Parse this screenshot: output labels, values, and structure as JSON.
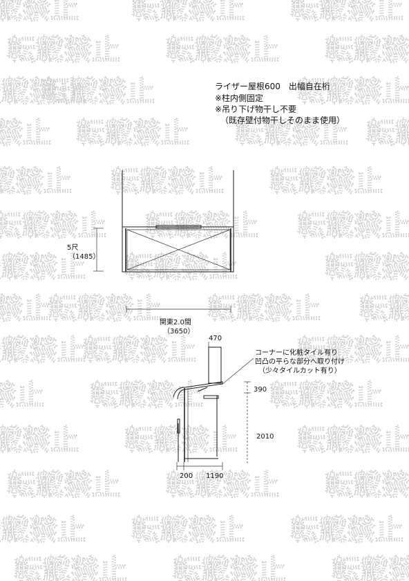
{
  "watermark": "転載禁止",
  "notes": {
    "line1": "ライザー屋根600　出幅自在桁",
    "line2": "※柱内側固定",
    "line3": "※吊り下げ物干し不要",
    "line4": "（既存壁付物干しそのまま使用）"
  },
  "front_view": {
    "height_label": "5尺",
    "height_value": "（1485）",
    "width_label": "関東2.0間",
    "width_value": "（3650）"
  },
  "side_view": {
    "top_dim": "470",
    "callout_line1": "コーナーに化粧タイル有り",
    "callout_line2": "凹凸の平らな部分へ取り付け",
    "callout_line3": "（少々タイルカット有り）",
    "dim_upper": "390",
    "dim_height": "2010",
    "dim_bottom_left": "200",
    "dim_bottom_right": "1190"
  }
}
